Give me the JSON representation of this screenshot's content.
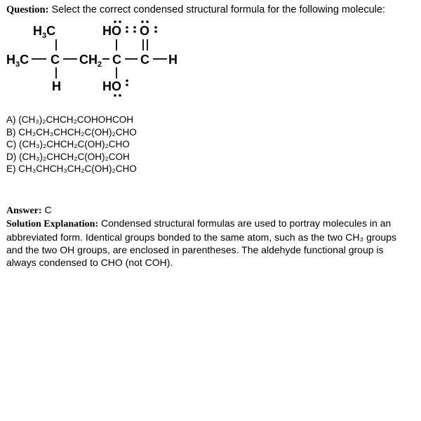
{
  "question": {
    "label": "Question:",
    "text": "Select the correct condensed structural formula for the following molecule:"
  },
  "molecule": {
    "top_left_group": "H3C",
    "left_group": "H3C",
    "carbon_1": "C",
    "ch2_group": "CH2",
    "carbon_2": "C",
    "carbon_3": "C",
    "right_h": "H",
    "bottom_h": "H",
    "top_ho": "HO",
    "bottom_ho": "HO",
    "carbonyl_o": "O"
  },
  "choices": [
    {
      "letter": "A)",
      "formula": "(CH₃)₂CHCH₂COHOHCOH"
    },
    {
      "letter": "B)",
      "formula": "CH₃CH₃CHCH₂C(OH)₂CHO"
    },
    {
      "letter": "C)",
      "formula": "(CH₃)₂CHCH₂C(OH)₂CHO"
    },
    {
      "letter": "D)",
      "formula": "(CH₃)₂CHCH₂C(OH)₂COH"
    },
    {
      "letter": "E)",
      "formula": "CH₃CHCH₃CH₂C(OH)₂CHO"
    }
  ],
  "answer": {
    "label": "Answer:",
    "value": "C"
  },
  "explanation": {
    "label": "Solution Explanation:",
    "text": "Condensed structural formulas are used to portray molecules in an abbreviated form.  Identical groups bonded to the same atom, such as the two CH₃ groups and the two OH groups, are enclosed in parentheses.  The aldehyde functional group is always condensed to CHO (not COH)."
  }
}
